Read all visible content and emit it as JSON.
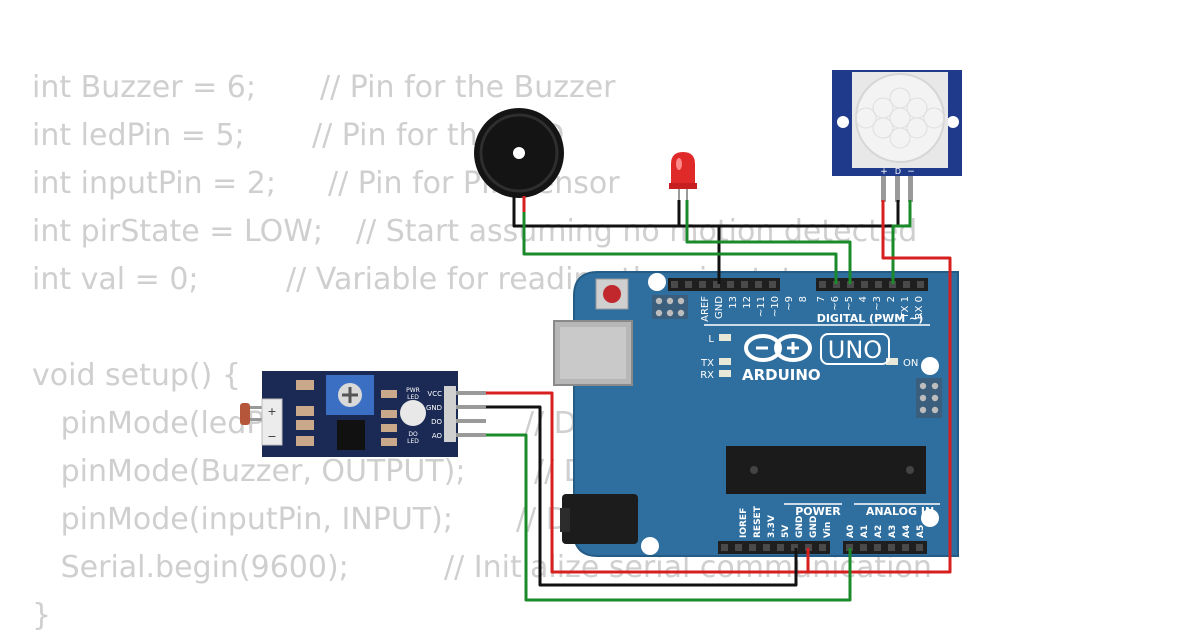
{
  "code_lines": [
    {
      "code": "int Buzzer = 6;",
      "comment": "// Pin for the Buzzer"
    },
    {
      "code": "int ledPin = 5;",
      "comment": "// Pin for the LED"
    },
    {
      "code": "int inputPin = 2;",
      "comment": "// Pin for PIR sensor"
    },
    {
      "code": "int pirState = LOW;",
      "comment": "// Start assuming no motion detected"
    },
    {
      "code": "int val = 0;",
      "comment": "// Variable for reading the pin status"
    },
    {
      "code": "",
      "comment": ""
    },
    {
      "code": "void setup() {",
      "comment": ""
    },
    {
      "code": "  pinMode(ledPin, OUTPUT);",
      "comment": "// D"
    },
    {
      "code": "  pinMode(Buzzer, OUTPUT);",
      "comment": "// D"
    },
    {
      "code": "  pinMode(inputPin, INPUT);",
      "comment": "// D"
    },
    {
      "code": "  Serial.begin(9600);",
      "comment": "// Initialize serial communication"
    },
    {
      "code": "}",
      "comment": ""
    }
  ],
  "arduino": {
    "aref": "AREF",
    "gnd": "GND",
    "digital_pins": [
      "13",
      "12",
      "~11",
      "~10",
      "~9",
      "8",
      "7",
      "~6",
      "~5",
      "4",
      "~3",
      "2",
      "TX 1",
      "RX 0"
    ],
    "digital_label": "DIGITAL (PWM ~)",
    "brand": "ARDUINO",
    "model": "UNO",
    "on_label": "ON",
    "l_label": "L",
    "tx_label": "TX",
    "rx_label": "RX",
    "power_label": "POWER",
    "analog_label": "ANALOG IN",
    "power_pins": [
      "IOREF",
      "RESET",
      "3.3V",
      "5V",
      "GND",
      "GND",
      "Vin"
    ],
    "analog_pins": [
      "A0",
      "A1",
      "A2",
      "A3",
      "A4",
      "A5"
    ]
  },
  "pir": {
    "plus": "+",
    "d": "D",
    "minus": "−"
  },
  "ldr_module": {
    "pins": [
      "VCC",
      "GND",
      "DO",
      "AO"
    ],
    "pwr_led": "PWR\nLED",
    "do_led": "DO\nLED",
    "plus": "+",
    "minus": "−"
  },
  "colors": {
    "board": "#2f6fa0",
    "wire_red": "#d71f1f",
    "wire_black": "#111111",
    "wire_green": "#1a8a2a",
    "code_text": "#cfcfcf"
  }
}
